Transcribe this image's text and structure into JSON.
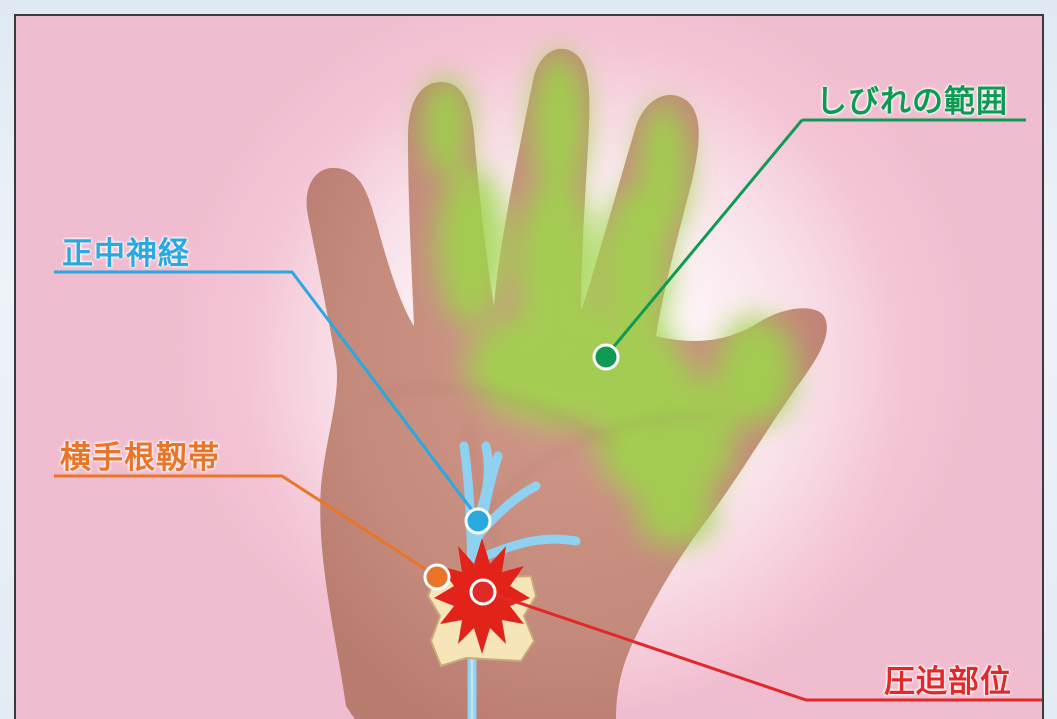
{
  "labels": {
    "numbness_area": "しびれの範囲",
    "median_nerve": "正中神経",
    "transverse_carpal_ligament": "横手根靱帯",
    "compression_site": "圧迫部位"
  },
  "colors": {
    "numbness": "#0f9a54",
    "nerve": "#2aa8e0",
    "ligament": "#e8752a",
    "compression": "#e02a2a",
    "tingle_fill": "#9dd64a",
    "skin": "#c98f82"
  }
}
